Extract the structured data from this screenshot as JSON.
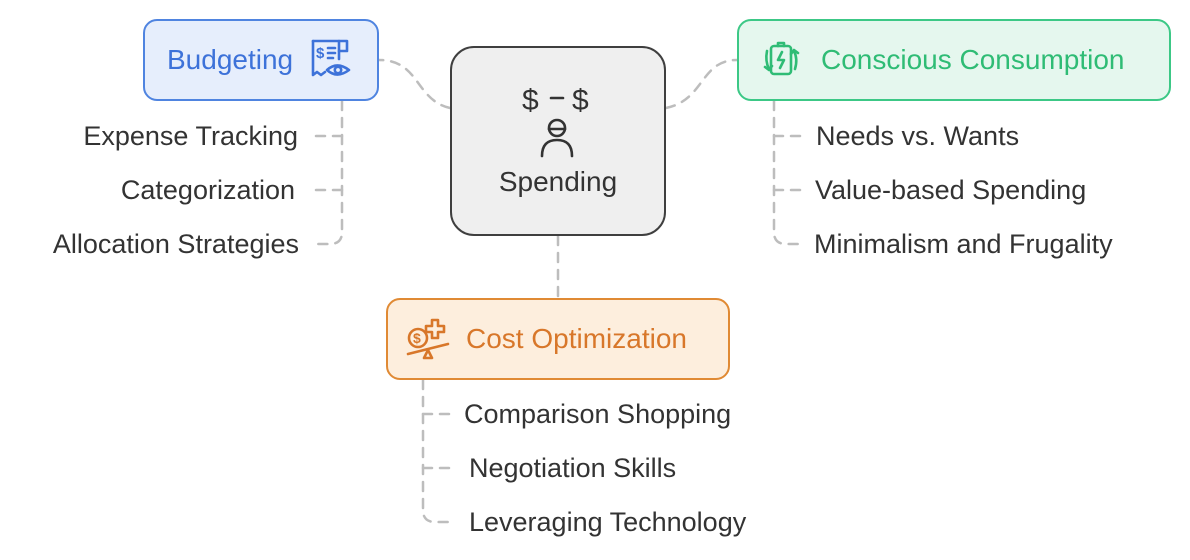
{
  "center": {
    "label": "Spending",
    "icon": "person-dollar-icon"
  },
  "budgeting": {
    "label": "Budgeting",
    "icon": "budget-receipt-eye-icon",
    "color": "#4f84e0",
    "items": [
      "Expense Tracking",
      "Categorization",
      "Allocation Strategies"
    ]
  },
  "conscious": {
    "label": "Conscious Consumption",
    "icon": "recycle-battery-icon",
    "color": "#3cc886",
    "items": [
      "Needs vs. Wants",
      "Value-based Spending",
      "Minimalism and Frugality"
    ]
  },
  "cost": {
    "label": "Cost Optimization",
    "icon": "coin-scale-icon",
    "color": "#e08a34",
    "items": [
      "Comparison Shopping",
      "Negotiation Skills",
      "Leveraging Technology"
    ]
  }
}
